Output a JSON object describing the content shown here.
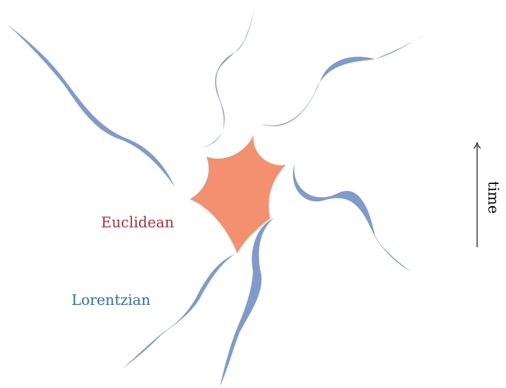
{
  "labels": {
    "euclidean": "Euclidean",
    "lorentzian": "Lorentzian",
    "time": "time"
  },
  "colors": {
    "euclidean_region": "#f2906f",
    "lorentzian_region": "#7f9acb",
    "euclidean_text": "#b0323a",
    "lorentzian_text": "#1f78b4",
    "axis": "#000000"
  }
}
